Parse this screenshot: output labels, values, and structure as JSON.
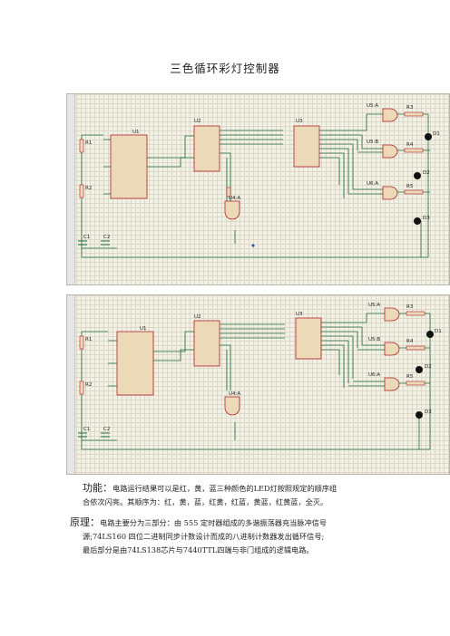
{
  "title": "三色循环彩灯控制器",
  "schematic1": {
    "labels": {
      "u1": "U1",
      "u2": "U2",
      "u3": "U3",
      "u4": "U4:A",
      "u5a": "U5:A",
      "u5b": "U5:B",
      "u6a": "U6:A",
      "r1": "R1",
      "r2": "R2",
      "r3": "R3",
      "r4": "R4",
      "r5": "R5",
      "c1": "C1",
      "c2": "C2",
      "d1": "D1",
      "d2": "D2",
      "d3": "D3"
    }
  },
  "schematic2": {
    "labels": {
      "u1": "U1",
      "u2": "U2",
      "u3": "U3",
      "u4": "U4:A",
      "u5a": "U5:A",
      "u5b": "U5:B",
      "u6a": "U6:A",
      "r1": "R1",
      "r2": "R2",
      "r3": "R3",
      "r4": "R4",
      "r5": "R5",
      "c1": "C1",
      "c2": "C2",
      "d1": "D1",
      "d2": "D2",
      "d3": "D3"
    }
  },
  "function": {
    "label": "功能：",
    "line1": "电路运行结果可以是红，黄，蓝三种颜色的LED灯按照规定的顺序组",
    "line2": "合依次闪亮。其顺序为：红，黄，蓝，红黄，红蓝，黄蓝，红黄蓝，全灭。"
  },
  "principle": {
    "label": "原理：",
    "line1": "电路主要分为三部分：由 555 定时器组成的多谐振荡器充当脉冲信号",
    "line2": "源;74LS160 四位二进制同步计数设计而成的八进制计数器发出循环信号;",
    "line3": "最后部分是由74LS138芯片与7440TTL四端与非门组成的逻辑电路。"
  },
  "colors": {
    "grid_bg": "#f3f1e6",
    "wire": "#1f6e3a",
    "chip": "#b0222a",
    "led": "#111111"
  }
}
